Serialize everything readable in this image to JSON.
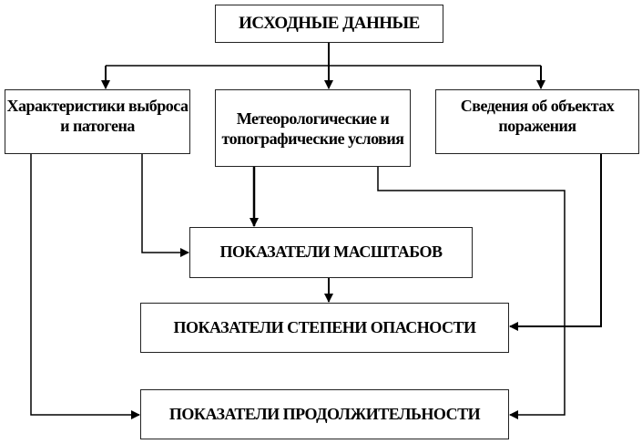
{
  "diagram": {
    "type": "flowchart",
    "nodes": {
      "source": {
        "label": "ИСХОДНЫЕ ДАННЫЕ"
      },
      "release": {
        "label": "Характеристики выброса и патогена"
      },
      "meteo": {
        "label": "Метеорологические и топографические условия"
      },
      "targets": {
        "label": "Сведения об объектах поражения"
      },
      "scale": {
        "label": "ПОКАЗАТЕЛИ МАСШТАБОВ"
      },
      "danger": {
        "label": "ПОКАЗАТЕЛИ СТЕПЕНИ ОПАСНОСТИ"
      },
      "duration": {
        "label": "ПОКАЗАТЕЛИ ПРОДОЛЖИТЕЛЬНОСТИ"
      }
    },
    "edges": [
      {
        "from": "source",
        "to": "release"
      },
      {
        "from": "source",
        "to": "meteo"
      },
      {
        "from": "source",
        "to": "targets"
      },
      {
        "from": "release",
        "to": "scale"
      },
      {
        "from": "release",
        "to": "duration"
      },
      {
        "from": "meteo",
        "to": "scale"
      },
      {
        "from": "meteo",
        "to": "duration"
      },
      {
        "from": "targets",
        "to": "danger"
      },
      {
        "from": "scale",
        "to": "danger"
      }
    ]
  }
}
